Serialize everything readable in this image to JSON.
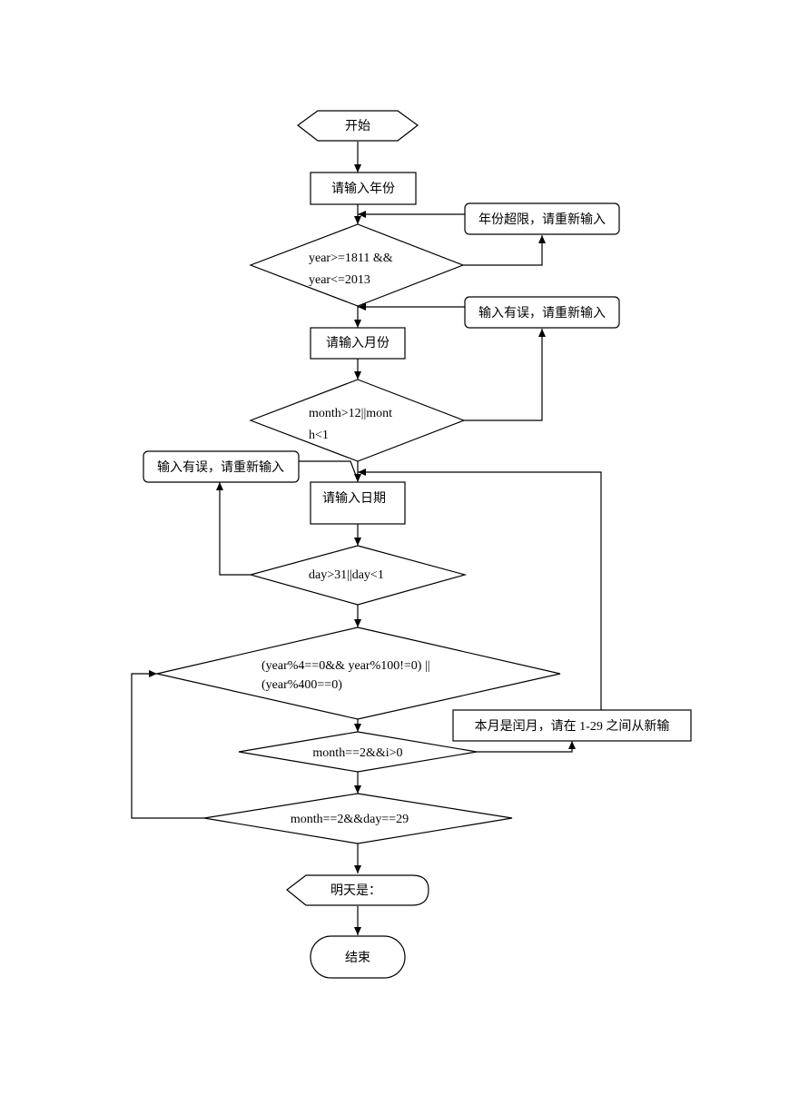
{
  "flowchart": {
    "start": "开始",
    "input_year": "请输入年份",
    "year_error": "年份超限，请重新输入",
    "check_year": [
      "year>=1811   &&",
      "year<=2013"
    ],
    "month_error": "输入有误，请重新输入",
    "input_month": "请输入月份",
    "check_month": [
      "month>12||mont",
      "h<1"
    ],
    "day_error": "输入有误，请重新输入",
    "input_day": "请输入日期",
    "check_day": "day>31||day<1",
    "check_leap": [
      "(year%4==0&&  year%100!=0)  ||",
      "(year%400==0)"
    ],
    "leap_msg": "本月是闰月，请在 1-29 之间从新输",
    "check_feb": "month==2&&i>0",
    "check_feb29": "month==2&&day==29",
    "output": "明天是：",
    "end": "结束"
  }
}
